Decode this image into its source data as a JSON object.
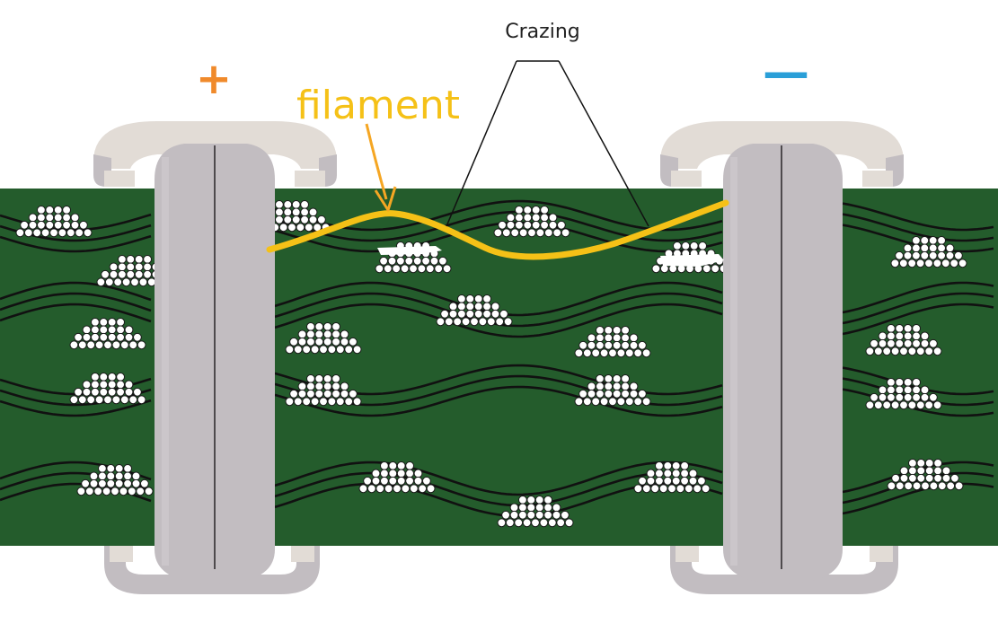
{
  "labels": {
    "crazing": "Crazing",
    "filament": "filament",
    "positive": "+",
    "negative": "—"
  },
  "colors": {
    "board_green": "#245c2c",
    "fiber_line": "#111111",
    "barrel_gray": "#c2bdc1",
    "barrel_dark": "#9e999d",
    "cap_light": "#e2dcd6",
    "filament_yellow": "#f5c117",
    "positive_orange": "#f08a2b",
    "negative_blue": "#2a9fd8",
    "glass_dot": "#ffffff"
  },
  "icons": {
    "positive": "plus-sign",
    "negative": "minus-sign",
    "glass_bundle": "fiber-bundle"
  }
}
